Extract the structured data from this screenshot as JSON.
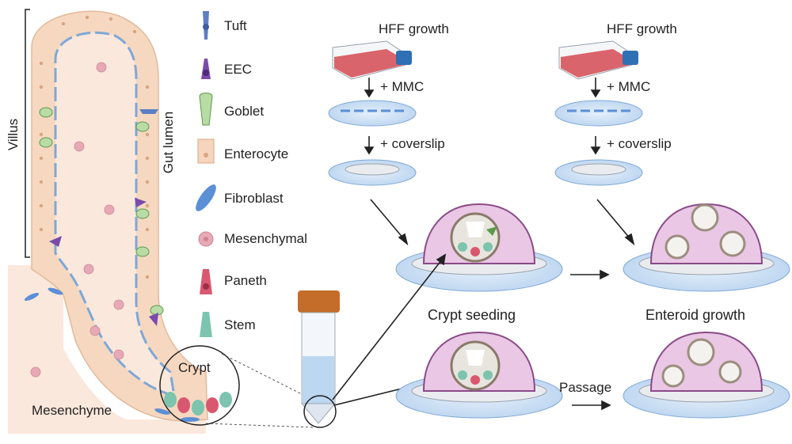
{
  "labels": {
    "villus": "Villus",
    "gut_lumen": "Gut lumen",
    "crypt": "Crypt",
    "mesenchyme": "Mesenchyme",
    "hff_growth_1": "HFF growth",
    "hff_growth_2": "HFF growth",
    "mmc_1": "+ MMC",
    "mmc_2": "+ MMC",
    "coverslip_1": "+ coverslip",
    "coverslip_2": "+ coverslip",
    "crypt_seeding": "Crypt seeding",
    "enteroid_growth": "Enteroid growth",
    "passage": "Passage"
  },
  "legend": [
    {
      "label": "Tuft",
      "icon": "tuft-cell-icon",
      "color": "#5b7fc4"
    },
    {
      "label": "EEC",
      "icon": "eec-cell-icon",
      "color": "#7a4bab"
    },
    {
      "label": "Goblet",
      "icon": "goblet-cell-icon",
      "color": "#8fc07a"
    },
    {
      "label": "Enterocyte",
      "icon": "enterocyte-cell-icon",
      "color": "#f5d6bd"
    },
    {
      "label": "Fibroblast",
      "icon": "fibroblast-cell-icon",
      "color": "#5b8fd6"
    },
    {
      "label": "Mesenchymal",
      "icon": "mesenchymal-cell-icon",
      "color": "#e7a9b6"
    },
    {
      "label": "Paneth",
      "icon": "paneth-cell-icon",
      "color": "#d9586f"
    },
    {
      "label": "Stem",
      "icon": "stem-cell-icon",
      "color": "#7cc4ad"
    }
  ],
  "colors": {
    "tissue": "#fbe8dc",
    "epithelium": "#f6d8c0",
    "gel": "#e9c7e5",
    "gel_edge": "#8a4a87",
    "dish": "#cfe3f6",
    "dish_edge": "#7ea8d6",
    "flask_media": "#d9646b",
    "cap": "#2f6fb3"
  }
}
